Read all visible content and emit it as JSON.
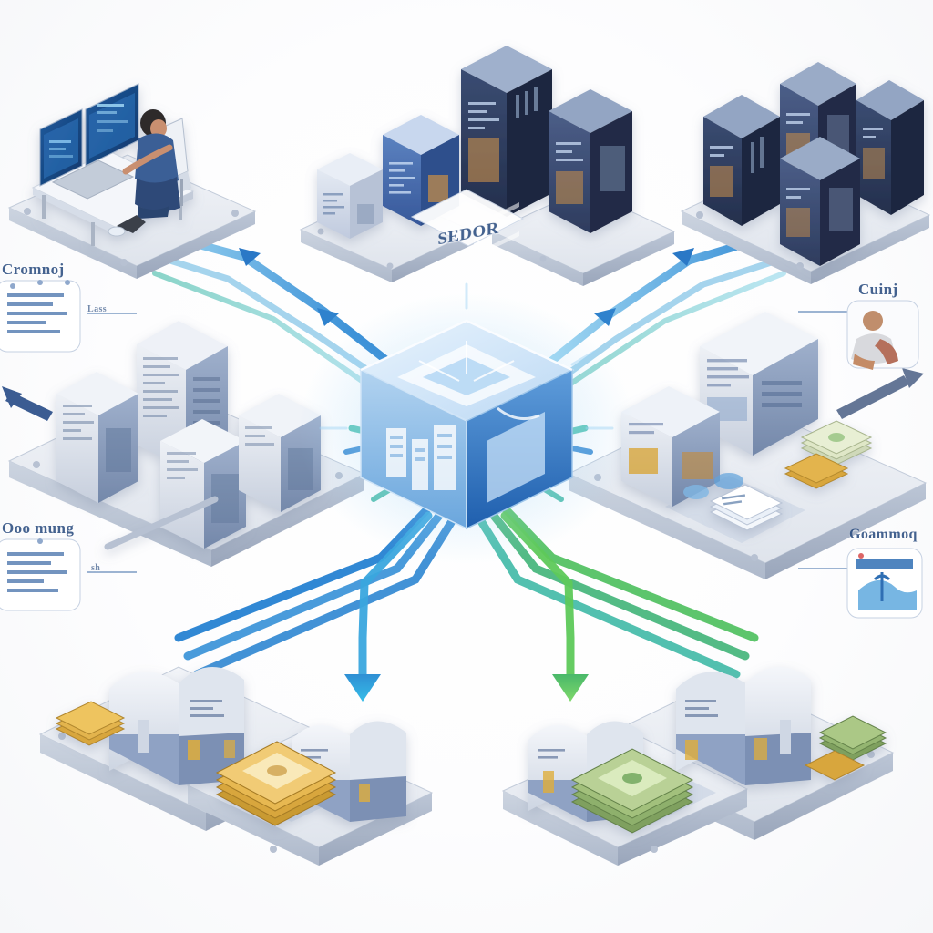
{
  "scene": {
    "title": "Isometric data-flow infographic",
    "background_color": "#ffffff",
    "platform_color": "#e3e7ee",
    "platform_edge_color": "#b9c2d2"
  },
  "palette": {
    "accent_blue": "#2e7fd4",
    "deep_navy": "#2c3f63",
    "light_building": "#d7dde8",
    "flow_blue": "#1f7ed0",
    "flow_cyan": "#35b3e0",
    "flow_green": "#5ec95a",
    "flow_teal": "#3fb9a6",
    "cash_gold": "#d9b14a",
    "cash_green": "#7fb96a",
    "label_text": "#2b4d80"
  },
  "center_node": {
    "name": "data-hub-cube",
    "label": "",
    "color_top": "#cfe4f7",
    "color_left": "#8fbde8",
    "color_right": "#2f6fc0",
    "glow_color": "#7fc4ef"
  },
  "nodes": [
    {
      "id": "workstation",
      "name": "operator-workstation",
      "position": "top-left",
      "description": "Analyst seated at desk with dual monitors and keyboard",
      "monitor_count": 2,
      "screen_color": "#1b4f8f",
      "person_shirt_color": "#3b5f96"
    },
    {
      "id": "server-cluster-top",
      "name": "server-rack-cluster-center",
      "position": "top-center",
      "description": "Four server cabinets of increasing height on platforms",
      "rack_count": 4,
      "rack_colors": [
        "#c9d4e4",
        "#4a73b4",
        "#2d3f63",
        "#313f60"
      ]
    },
    {
      "id": "server-cluster-right",
      "name": "server-rack-cluster-right",
      "position": "top-right",
      "description": "Four dark navy server cabinets on a single platform",
      "rack_count": 4,
      "rack_colors": [
        "#2f3f61",
        "#2b3a5c",
        "#32436a",
        "#2d3d5f"
      ]
    },
    {
      "id": "office-buildings-left",
      "name": "office-building-cluster-left",
      "position": "mid-left",
      "description": "Four light gray high-rise office buildings on platform",
      "building_count": 4
    },
    {
      "id": "branch-right",
      "name": "bank-branch-cluster-right",
      "position": "mid-right",
      "description": "Two retail bank buildings with currency stacks and documents",
      "building_count": 2,
      "has_cash": true
    },
    {
      "id": "vault-left",
      "name": "vault-cluster-bottom-left",
      "position": "bottom-left",
      "description": "Two rounded vault / depot structures with gold banknote stacks",
      "vault_count": 4,
      "cash_color": "#d9b14a"
    },
    {
      "id": "vault-right",
      "name": "vault-cluster-bottom-right",
      "position": "bottom-right",
      "description": "Two rounded vault / depot structures with green banknote stacks",
      "vault_count": 4,
      "cash_color": "#7fb96a"
    }
  ],
  "callout_cards": [
    {
      "id": "card-top-left",
      "name": "document-callout-top-left",
      "label": "Cromnoj",
      "icon": "document-lines-icon",
      "sub_label": "Lass"
    },
    {
      "id": "card-bottom-left",
      "name": "document-callout-bottom-left",
      "label": "Ooo mung",
      "icon": "document-lines-icon",
      "sub_label": "sh"
    },
    {
      "id": "card-top-right",
      "name": "person-callout-top-right",
      "label": "Cuinj",
      "icon": "person-figure-icon",
      "sub_label": ""
    },
    {
      "id": "card-bottom-right",
      "name": "browser-callout-bottom-right",
      "label": "Goammoq",
      "icon": "browser-window-icon",
      "sub_label": ""
    }
  ],
  "platform_label": {
    "name": "center-platform-label",
    "text": "SEDOR"
  },
  "flows": [
    {
      "id": "f1",
      "name": "flow-workstation-to-hub",
      "from": "workstation",
      "to": "center_node",
      "color": "#2e7fd4",
      "direction": "inbound"
    },
    {
      "id": "f2",
      "name": "flow-servers-to-hub",
      "from": "server-cluster-top",
      "to": "center_node",
      "color": "#3fb9a6",
      "direction": "inbound"
    },
    {
      "id": "f3",
      "name": "flow-right-servers-to-hub",
      "from": "server-cluster-right",
      "to": "center_node",
      "color": "#1f7ed0",
      "direction": "inbound"
    },
    {
      "id": "f4",
      "name": "flow-hub-to-vault-left",
      "from": "center_node",
      "to": "vault-left",
      "color": "#2e7fd4",
      "direction": "outbound"
    },
    {
      "id": "f5",
      "name": "flow-hub-to-vault-right",
      "from": "center_node",
      "to": "vault-right",
      "color": "#5ec95a",
      "direction": "outbound"
    },
    {
      "id": "f6",
      "name": "flow-hub-to-branch-right",
      "from": "center_node",
      "to": "branch-right",
      "color": "#3fb9a6",
      "direction": "outbound"
    },
    {
      "id": "f7",
      "name": "flow-hub-to-buildings-left",
      "from": "center_node",
      "to": "office-buildings-left",
      "color": "#2f5f9e",
      "direction": "outbound"
    }
  ],
  "arrows": [
    {
      "name": "arrow-down-left",
      "color": "#35b3e0",
      "points_to": "vault-left"
    },
    {
      "name": "arrow-down-right",
      "color": "#5ec95a",
      "points_to": "vault-right"
    },
    {
      "name": "arrow-left-mid",
      "color": "#3b5c92",
      "points_to": "office-buildings-left"
    },
    {
      "name": "arrow-right-mid",
      "color": "#3b5c92",
      "points_to": "branch-right"
    }
  ]
}
